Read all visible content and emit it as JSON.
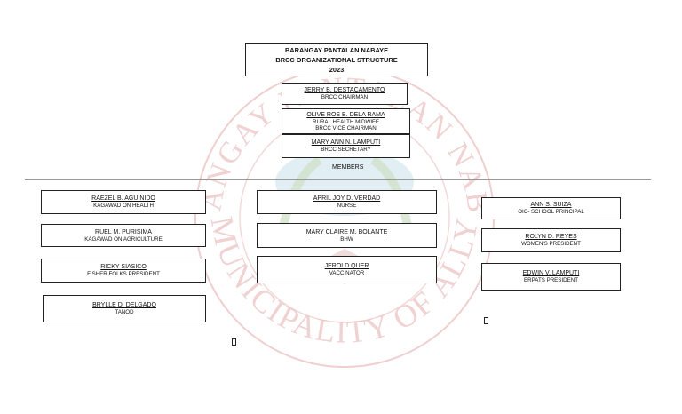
{
  "header": {
    "line1": "BARANGAY PANTALAN NABAYE",
    "line2": "BRCC ORGANIZATIONAL STRUCTURE",
    "line3": "2023"
  },
  "officers": {
    "chairman": {
      "name": "JERRY B. DESTACAMENTO",
      "role": "BRCC CHAIRMAN"
    },
    "vice_chairman": {
      "name": "OLIVE ROS B. DELA RAMA",
      "role1": "RURAL HEALTH MIDWIFE",
      "role2": "BRCC VICE CHAIRMAN"
    },
    "secretary": {
      "name": "MARY ANN N. LAMPUTI",
      "role": "BRCC SECRETARY"
    }
  },
  "members_label": "MEMBERS",
  "members_left": [
    {
      "name": "RAEZEL B. AGUINIDO",
      "role": "KAGAWAD ON  HEALTH"
    },
    {
      "name": "RUEL M. PURISIMA",
      "role": "KAGAWAD ON AGRICULTURE"
    },
    {
      "name": "RICKY SIASICO",
      "role": "FISHER FOLKS PRESIDENT"
    },
    {
      "name": "BRYLLE D. DELGADO",
      "role": "TANOD"
    }
  ],
  "members_center": [
    {
      "name": "APRIL JOY D. VERDAD",
      "role": "NURSE"
    },
    {
      "name": "MARY CLAIRE M. BOLANTE",
      "role": "BHW"
    },
    {
      "name": "JEROLD QUER",
      "role": "VACCINATOR"
    }
  ],
  "members_right": [
    {
      "name": "ANN S. SUIZA",
      "role": "OIC- SCHOOL PRINCIPAL"
    },
    {
      "name": "ROLYN D. REYES",
      "role": "WOMEN'S PRESIDENT"
    },
    {
      "name": "EDWIN V. LAMPUTI",
      "role": "ERPATS PRESIDENT"
    }
  ],
  "watermark_text": {
    "top": "BARANGAY PANTALAN NABAYE",
    "bottom": "MUNICIPALITY OF ALLY"
  },
  "colors": {
    "watermark_red": "#e8b4b4",
    "watermark_green": "#c9dcc0",
    "watermark_blue": "#cfe4ee"
  }
}
